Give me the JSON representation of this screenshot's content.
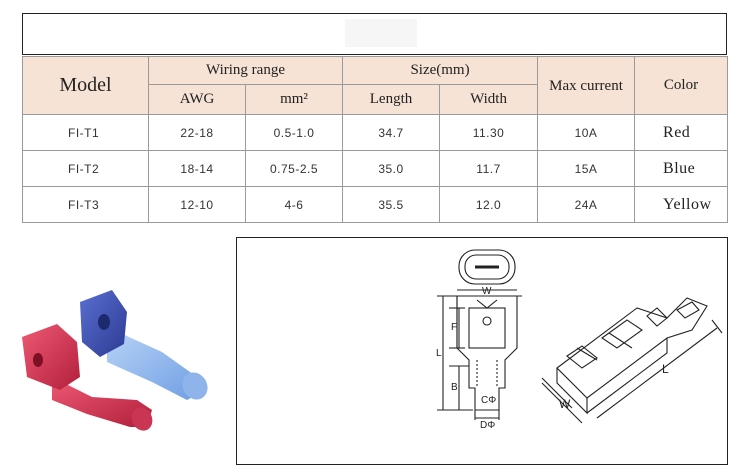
{
  "table": {
    "headers": {
      "model": "Model",
      "wiring_range": "Wiring range",
      "size": "Size(mm)",
      "max_current": "Max current",
      "color": "Color",
      "awg": "AWG",
      "mm2": "mm²",
      "length": "Length",
      "width": "Width"
    },
    "rows": [
      {
        "model": "FI-T1",
        "awg": "22-18",
        "mm2": "0.5-1.0",
        "length": "34.7",
        "width": "11.30",
        "current": "10A",
        "color": "Red"
      },
      {
        "model": "FI-T2",
        "awg": "18-14",
        "mm2": "0.75-2.5",
        "length": "35.0",
        "width": "11.7",
        "current": "15A",
        "color": "Blue"
      },
      {
        "model": "FI-T3",
        "awg": "12-10",
        "mm2": "4-6",
        "length": "35.5",
        "width": "12.0",
        "current": "24A",
        "color": "Yellow"
      }
    ]
  },
  "diagram": {
    "labels": {
      "w_top": "W",
      "f": "F",
      "l_left": "L",
      "b": "B",
      "c_phi": "CΦ",
      "d_phi": "DΦ",
      "l_right": "L",
      "w_bottom": "W"
    }
  },
  "colors": {
    "header_bg": "#f6e3d6",
    "red_connector": "#d8354f",
    "blue_connector": "#3f52b5",
    "light_blue_connector": "#8fb8f0"
  }
}
